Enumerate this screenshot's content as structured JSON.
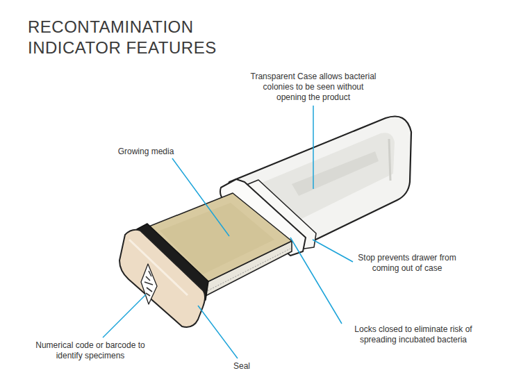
{
  "diagram": {
    "title": "RECONTAMINATION INDICATOR FEATURES",
    "labels": [
      "Transparent Case allows bacterial colonies to be seen without opening the product",
      "Growing media",
      "Stop prevents drawer from coming out of case",
      "Locks closed to eliminate risk of spreading incubated bacteria",
      "Numerical code or barcode to identify specimens",
      "Seal"
    ]
  }
}
